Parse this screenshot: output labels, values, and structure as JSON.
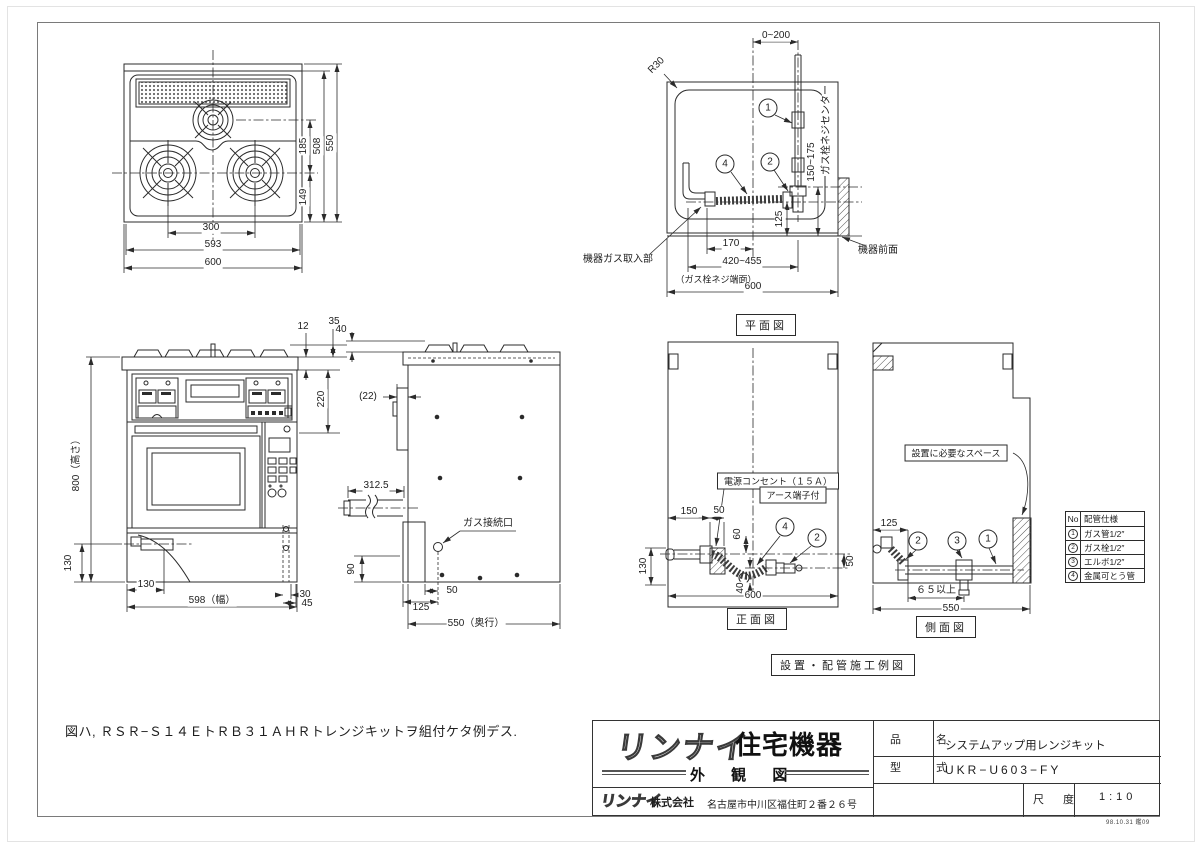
{
  "labels": {
    "tv": {
      "w300": "300",
      "w593": "593",
      "w600": "600",
      "d185": "185",
      "d508": "508",
      "d550": "550",
      "d149": "149"
    },
    "pv": {
      "top": "0~200",
      "r30": "R30",
      "dep": "150~175",
      "center": "ガス栓ネジセンター",
      "d125": "125",
      "d170": "170",
      "range": "420~455",
      "face": "（ガス栓ネジ端面）",
      "w600": "600",
      "inlet": "機器ガス取入部",
      "front": "機器前面",
      "title": "平面図"
    },
    "fv": {
      "h12": "12",
      "h35": "35",
      "h800": "800（高さ）",
      "v130": "130",
      "h130": "130",
      "w598": "598（幅）",
      "d30": "30",
      "d45": "45",
      "d220": "220"
    },
    "sv": {
      "d40": "40",
      "d22": "(22)",
      "d3125": "312.5",
      "gas": "ガス接続口",
      "d90": "90",
      "d50": "50",
      "d125": "125",
      "w550": "550（奥行）"
    },
    "sf": {
      "outlet": "電源コンセント（１５Ａ）",
      "earth": "アース端子付",
      "d150": "150",
      "d50a": "50",
      "d60": "60",
      "d40": "40",
      "d130": "130",
      "d50b": "50",
      "w600": "600",
      "title": "正面図"
    },
    "sm": {
      "space": "設置に必要なスペース",
      "d125": "125",
      "d65": "６５以上",
      "w550": "550",
      "title": "側面図"
    },
    "install_title": "設置・配管施工例図",
    "balloons": {
      "b1": "1",
      "b2": "2",
      "b3": "3",
      "b4": "4"
    }
  },
  "pipe_table": {
    "col_no": "No",
    "col_spec": "配管仕様",
    "rows": [
      {
        "no": "1",
        "spec": "ガス管1/2″"
      },
      {
        "no": "2",
        "spec": "ガス栓1/2″"
      },
      {
        "no": "3",
        "spec": "エルボ1/2″"
      },
      {
        "no": "4",
        "spec": "金属可とう管"
      }
    ]
  },
  "note": "図ハ, ＲＳＲ−Ｓ１４ＥトＲＢ３１ＡＨＲトレンジキットヲ組付ケタ例デス.",
  "title_block": {
    "brand": "リンナイ",
    "brand_suffix": "住宅機器",
    "doc_type": "外 観 図",
    "company": "株式会社",
    "brand_small": "リンナイ",
    "address": "名古屋市中川区福住町２番２６号",
    "item_label": "品 名",
    "item_value": "システムアップ用レンジキット",
    "model_label": "型 式",
    "model_value": "UKR−U603−FY",
    "scale_label": "尺 度",
    "scale_value": "1:10",
    "stamp": "98.10.31 鑑09"
  }
}
